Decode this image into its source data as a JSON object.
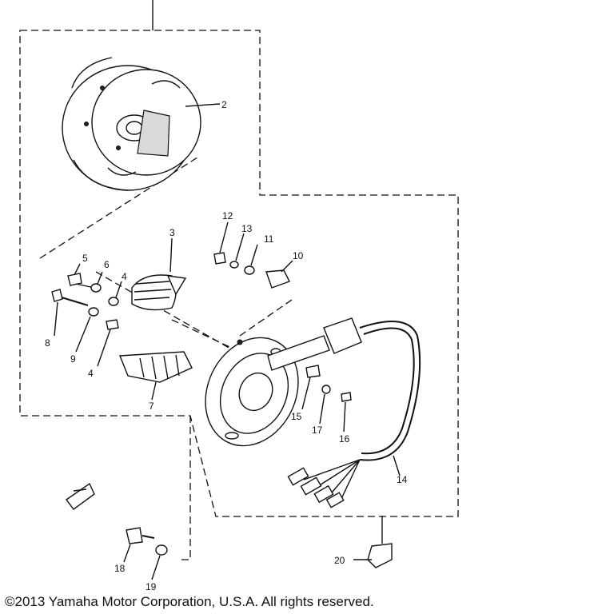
{
  "diagram": {
    "callouts": [
      "2",
      "3",
      "4",
      "4",
      "5",
      "6",
      "7",
      "8",
      "9",
      "10",
      "11",
      "12",
      "13",
      "14",
      "15",
      "16",
      "17",
      "18",
      "19",
      "20"
    ]
  },
  "footer": {
    "copyright": "©2013 Yamaha Motor Corporation, U.S.A. All rights reserved."
  }
}
